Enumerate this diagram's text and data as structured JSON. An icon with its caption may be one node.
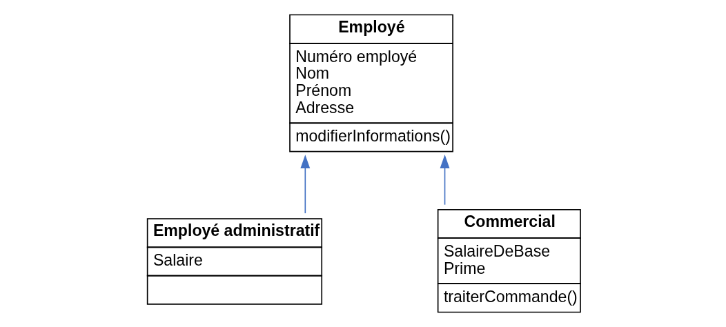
{
  "diagram": {
    "nodes": [
      {
        "text": [
          "Employé",
          "Numéro employé",
          "Nom",
          "Prénom",
          "Adresse",
          "modifierInformations()"
        ]
      },
      {
        "text": [
          "Employé administratif",
          "Salaire"
        ]
      },
      {
        "text": [
          "Commercial",
          "SalaireDeBase",
          "Prime",
          "traiterCommande()"
        ]
      }
    ],
    "edges": [
      {
        "from": 1,
        "to": 0,
        "arrow": "to"
      },
      {
        "from": 2,
        "to": 0,
        "arrow": "to"
      }
    ]
  }
}
